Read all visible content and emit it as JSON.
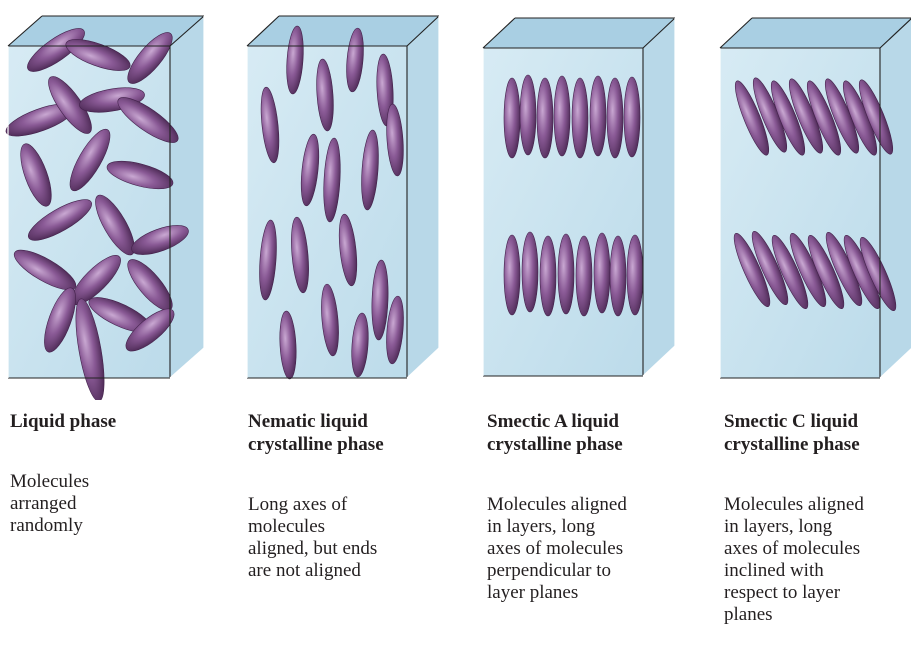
{
  "colors": {
    "molecule": "#7b4d86",
    "molecule_highlight": "#c9a8d2",
    "molecule_shadow": "#43224b",
    "box_front": "#cfe6f1",
    "box_back": "#a9cfe3",
    "box_side": "#b8d8e8",
    "box_edge": "#222222"
  },
  "panels": [
    {
      "title": "Liquid phase",
      "description": "Molecules\narranged\nrandomly",
      "arrangement": "random"
    },
    {
      "title": "Nematic liquid\ncrystalline phase",
      "description": "Long axes of\nmolecules\naligned, but ends\nare not aligned",
      "arrangement": "nematic"
    },
    {
      "title": "Smectic A liquid\ncrystalline phase",
      "description": "Molecules aligned\nin layers, long\naxes of molecules\nperpendicular to\nlayer planes",
      "arrangement": "smectic-a"
    },
    {
      "title": "Smectic C liquid\ncrystalline phase",
      "description": "Molecules aligned\nin layers, long\naxes of molecules\ninclined with\nrespect to layer\nplanes",
      "arrangement": "smectic-c"
    }
  ]
}
